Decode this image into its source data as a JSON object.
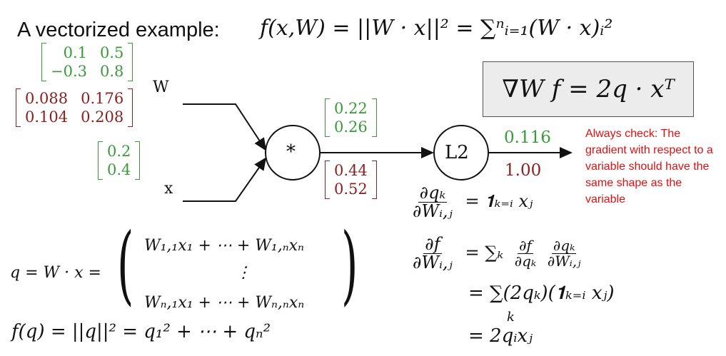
{
  "title": {
    "text": "A vectorized example:",
    "formula": "f(x,W) = ||W · x||² = ∑ⁿᵢ₌₁(W · x)ᵢ²"
  },
  "graph": {
    "input_w_label": "W",
    "input_x_label": "x",
    "mult_node_label": "*",
    "l2_node_label": "L2",
    "output_value": "0.116",
    "output_gradient": "1.00"
  },
  "matrices": {
    "w_values": [
      "0.1",
      "0.5",
      "−0.3",
      "0.8"
    ],
    "w_gradient": [
      "0.088",
      "0.176",
      "0.104",
      "0.208"
    ],
    "x_values": [
      "0.2",
      "0.4"
    ],
    "q_values": [
      "0.22",
      "0.26"
    ],
    "q_gradient": [
      "0.44",
      "0.52"
    ]
  },
  "gradient_box": {
    "formula": "∇W f = 2q · xᵀ"
  },
  "note": "Always check: The gradient with respect to a variable should have the same shape as the variable",
  "equations": {
    "dq_num": "∂qₖ",
    "dq_den": "∂Wᵢ,ⱼ",
    "dq_rhs": "= 𝟏ₖ₌ᵢ xⱼ",
    "df_num": "∂f",
    "df_den": "∂Wᵢ,ⱼ",
    "df_rhs_sum": "= ∑ₖ",
    "df_rhs_f_num": "∂f",
    "df_rhs_f_den": "∂qₖ",
    "df_rhs_q_num": "∂qₖ",
    "df_rhs_q_den": "∂Wᵢ,ⱼ",
    "line3": "= ∑(2qₖ)(𝟏ₖ₌ᵢ xⱼ)",
    "line3_sub": "k",
    "line4": "= 2qᵢxⱼ",
    "q_lhs": "q = W · x =",
    "q_row1": "W₁,₁x₁ + ⋯ + W₁,ₙxₙ",
    "q_row2": "⋮",
    "q_row3": "Wₙ,₁x₁ + ⋯ + Wₙ,ₙxₙ",
    "f_line": "f(q) = ||q||² = q₁² + ⋯ + qₙ²"
  },
  "colors": {
    "green": "#3a9a3a",
    "red": "#8b2020",
    "alert": "#e01010"
  }
}
